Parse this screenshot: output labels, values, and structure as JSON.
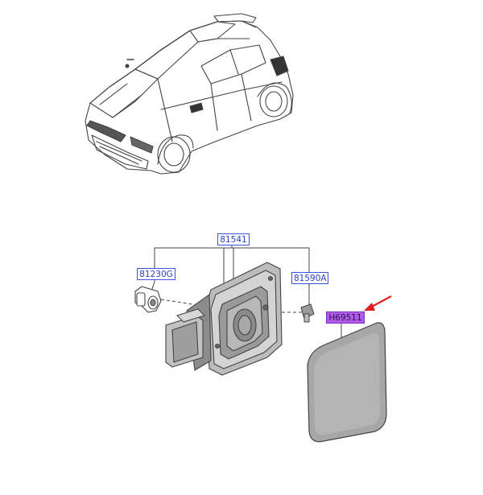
{
  "labels": {
    "fuel_filler_door_assembly": "81541",
    "actuator": "81230G",
    "bumper": "81590A",
    "fuel_door_cover": "H69511"
  },
  "colors": {
    "label_border": "#3b55e6",
    "label_text": "#2b3fc8",
    "highlight_fill": "#b05ce8",
    "pointer_arrow": "#e0201e",
    "line_art": "#444444"
  },
  "icons": {
    "vehicle": "car-line-art-icon",
    "pointer": "red-arrow-icon"
  }
}
